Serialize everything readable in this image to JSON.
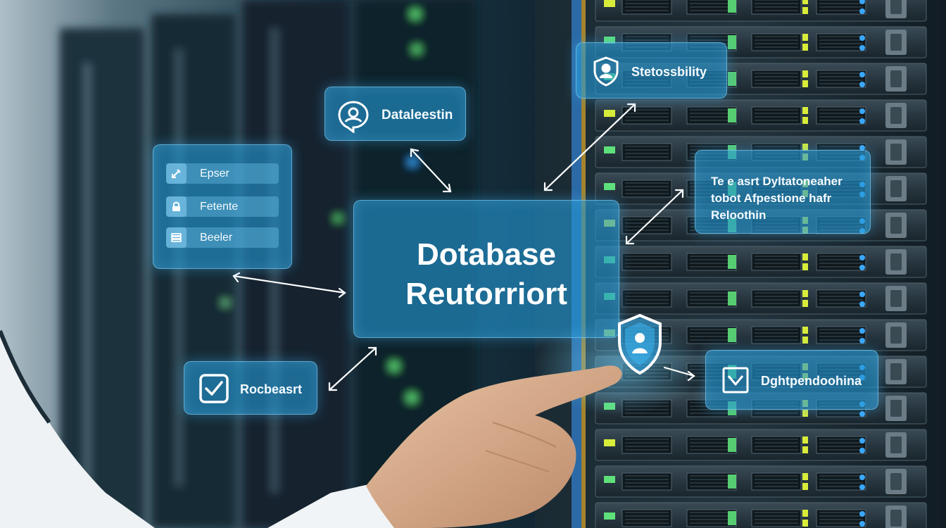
{
  "main_panel": {
    "title_line_1": "Dotabase",
    "title_line_2": "Reutorriort"
  },
  "top_center_panel": {
    "label": "Dataleestin",
    "icon": "chat-bubble-icon"
  },
  "top_right_panel": {
    "label": "Stetossbility",
    "icon": "shield-user-icon"
  },
  "mid_right_panel": {
    "lines": [
      "Te e asrt Dyltatoneaher",
      "tobot Afpestione hafr",
      "Reloothin"
    ]
  },
  "left_panel": {
    "items": [
      {
        "label": "Epser",
        "icon": "edit-icon"
      },
      {
        "label": "Fetente",
        "icon": "lock-icon"
      },
      {
        "label": "Beeler",
        "icon": "database-icon"
      }
    ]
  },
  "bottom_left_panel": {
    "label": "Rocbeasrt",
    "icon": "checkbox-icon"
  },
  "bottom_right_panel": {
    "label": "Dghtpendoohina",
    "icon": "dropdown-box-icon"
  },
  "floating_shield": {
    "icon": "shield-user-icon"
  },
  "colors": {
    "panel_fill": "#2396d2",
    "panel_border": "#96dcff",
    "text": "#ffffff",
    "rack_led_green": "#5ee07a",
    "rack_led_blue": "#3aa8ff",
    "rack_led_yellow": "#d8ec3a"
  }
}
